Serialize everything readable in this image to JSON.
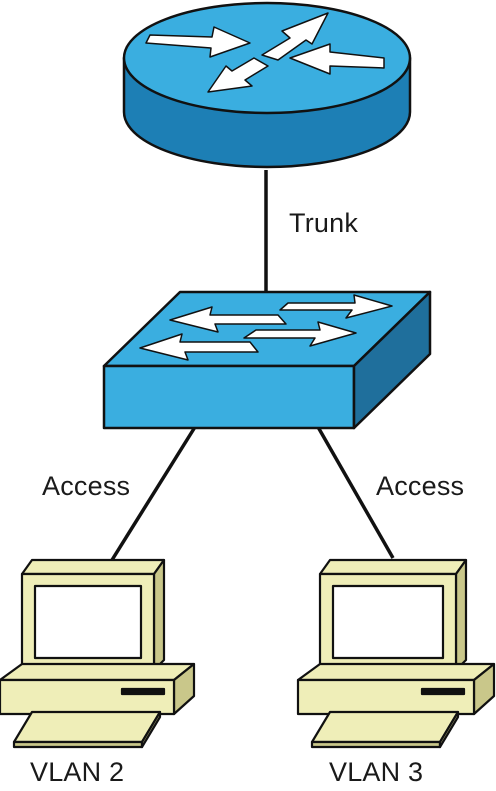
{
  "links": {
    "router_switch": "Trunk",
    "switch_pc_left": "Access",
    "switch_pc_right": "Access"
  },
  "hosts": {
    "left": "VLAN 2",
    "right": "VLAN 3"
  },
  "colors": {
    "device_blue": "#3aaee0",
    "device_blue_dark": "#1a7fb4",
    "device_blue_side": "#1f6f9c",
    "pc_beige": "#efeeb8",
    "pc_beige_dark": "#c9c78a",
    "arrow_white": "#ffffff",
    "line_black": "#111111"
  },
  "icons": [
    "router-icon",
    "switch-icon",
    "computer-icon"
  ]
}
